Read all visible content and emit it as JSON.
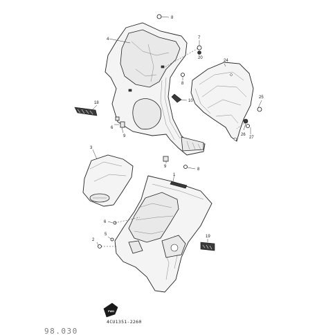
{
  "diagram": {
    "part_labels": {
      "p1": "1",
      "p2": "2",
      "p3": "3",
      "p4": "4",
      "p5": "5",
      "p6": "6",
      "p7": "7",
      "p8a": "8",
      "p8b": "8",
      "p8c": "8",
      "p9a": "9",
      "p9b": "9",
      "p10": "10",
      "p18": "18",
      "p19": "19",
      "p20": "20",
      "p24": "24",
      "p25": "25",
      "p26": "26",
      "p27": "27",
      "p6b": "6"
    },
    "drawing_code": "4CU1351-2260",
    "fwd_badge": "FWD",
    "catalog_stamp": "98.030"
  }
}
